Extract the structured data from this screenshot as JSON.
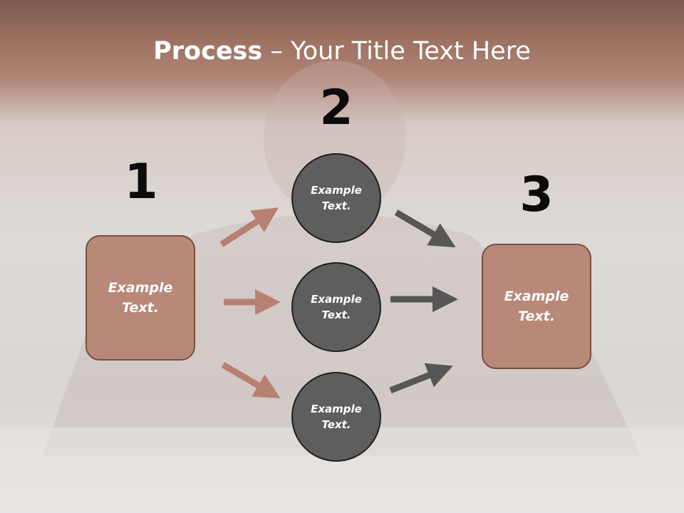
{
  "title": {
    "bold": "Process",
    "rest": " – Your Title Text Here"
  },
  "steps": [
    {
      "number": "1",
      "text_line1": "Example",
      "text_line2": "Text."
    },
    {
      "number": "2",
      "nodes": [
        {
          "text_line1": "Example",
          "text_line2": "Text."
        },
        {
          "text_line1": "Example",
          "text_line2": "Text."
        },
        {
          "text_line1": "Example",
          "text_line2": "Text."
        }
      ]
    },
    {
      "number": "3",
      "text_line1": "Example",
      "text_line2": "Text."
    }
  ],
  "colors": {
    "header": "#9a6f60",
    "box_fill": "#b88878",
    "box_border": "#7a4d42",
    "circle_fill": "#5e5e5e",
    "arrow_left": "#b88070",
    "arrow_right": "#565656"
  }
}
